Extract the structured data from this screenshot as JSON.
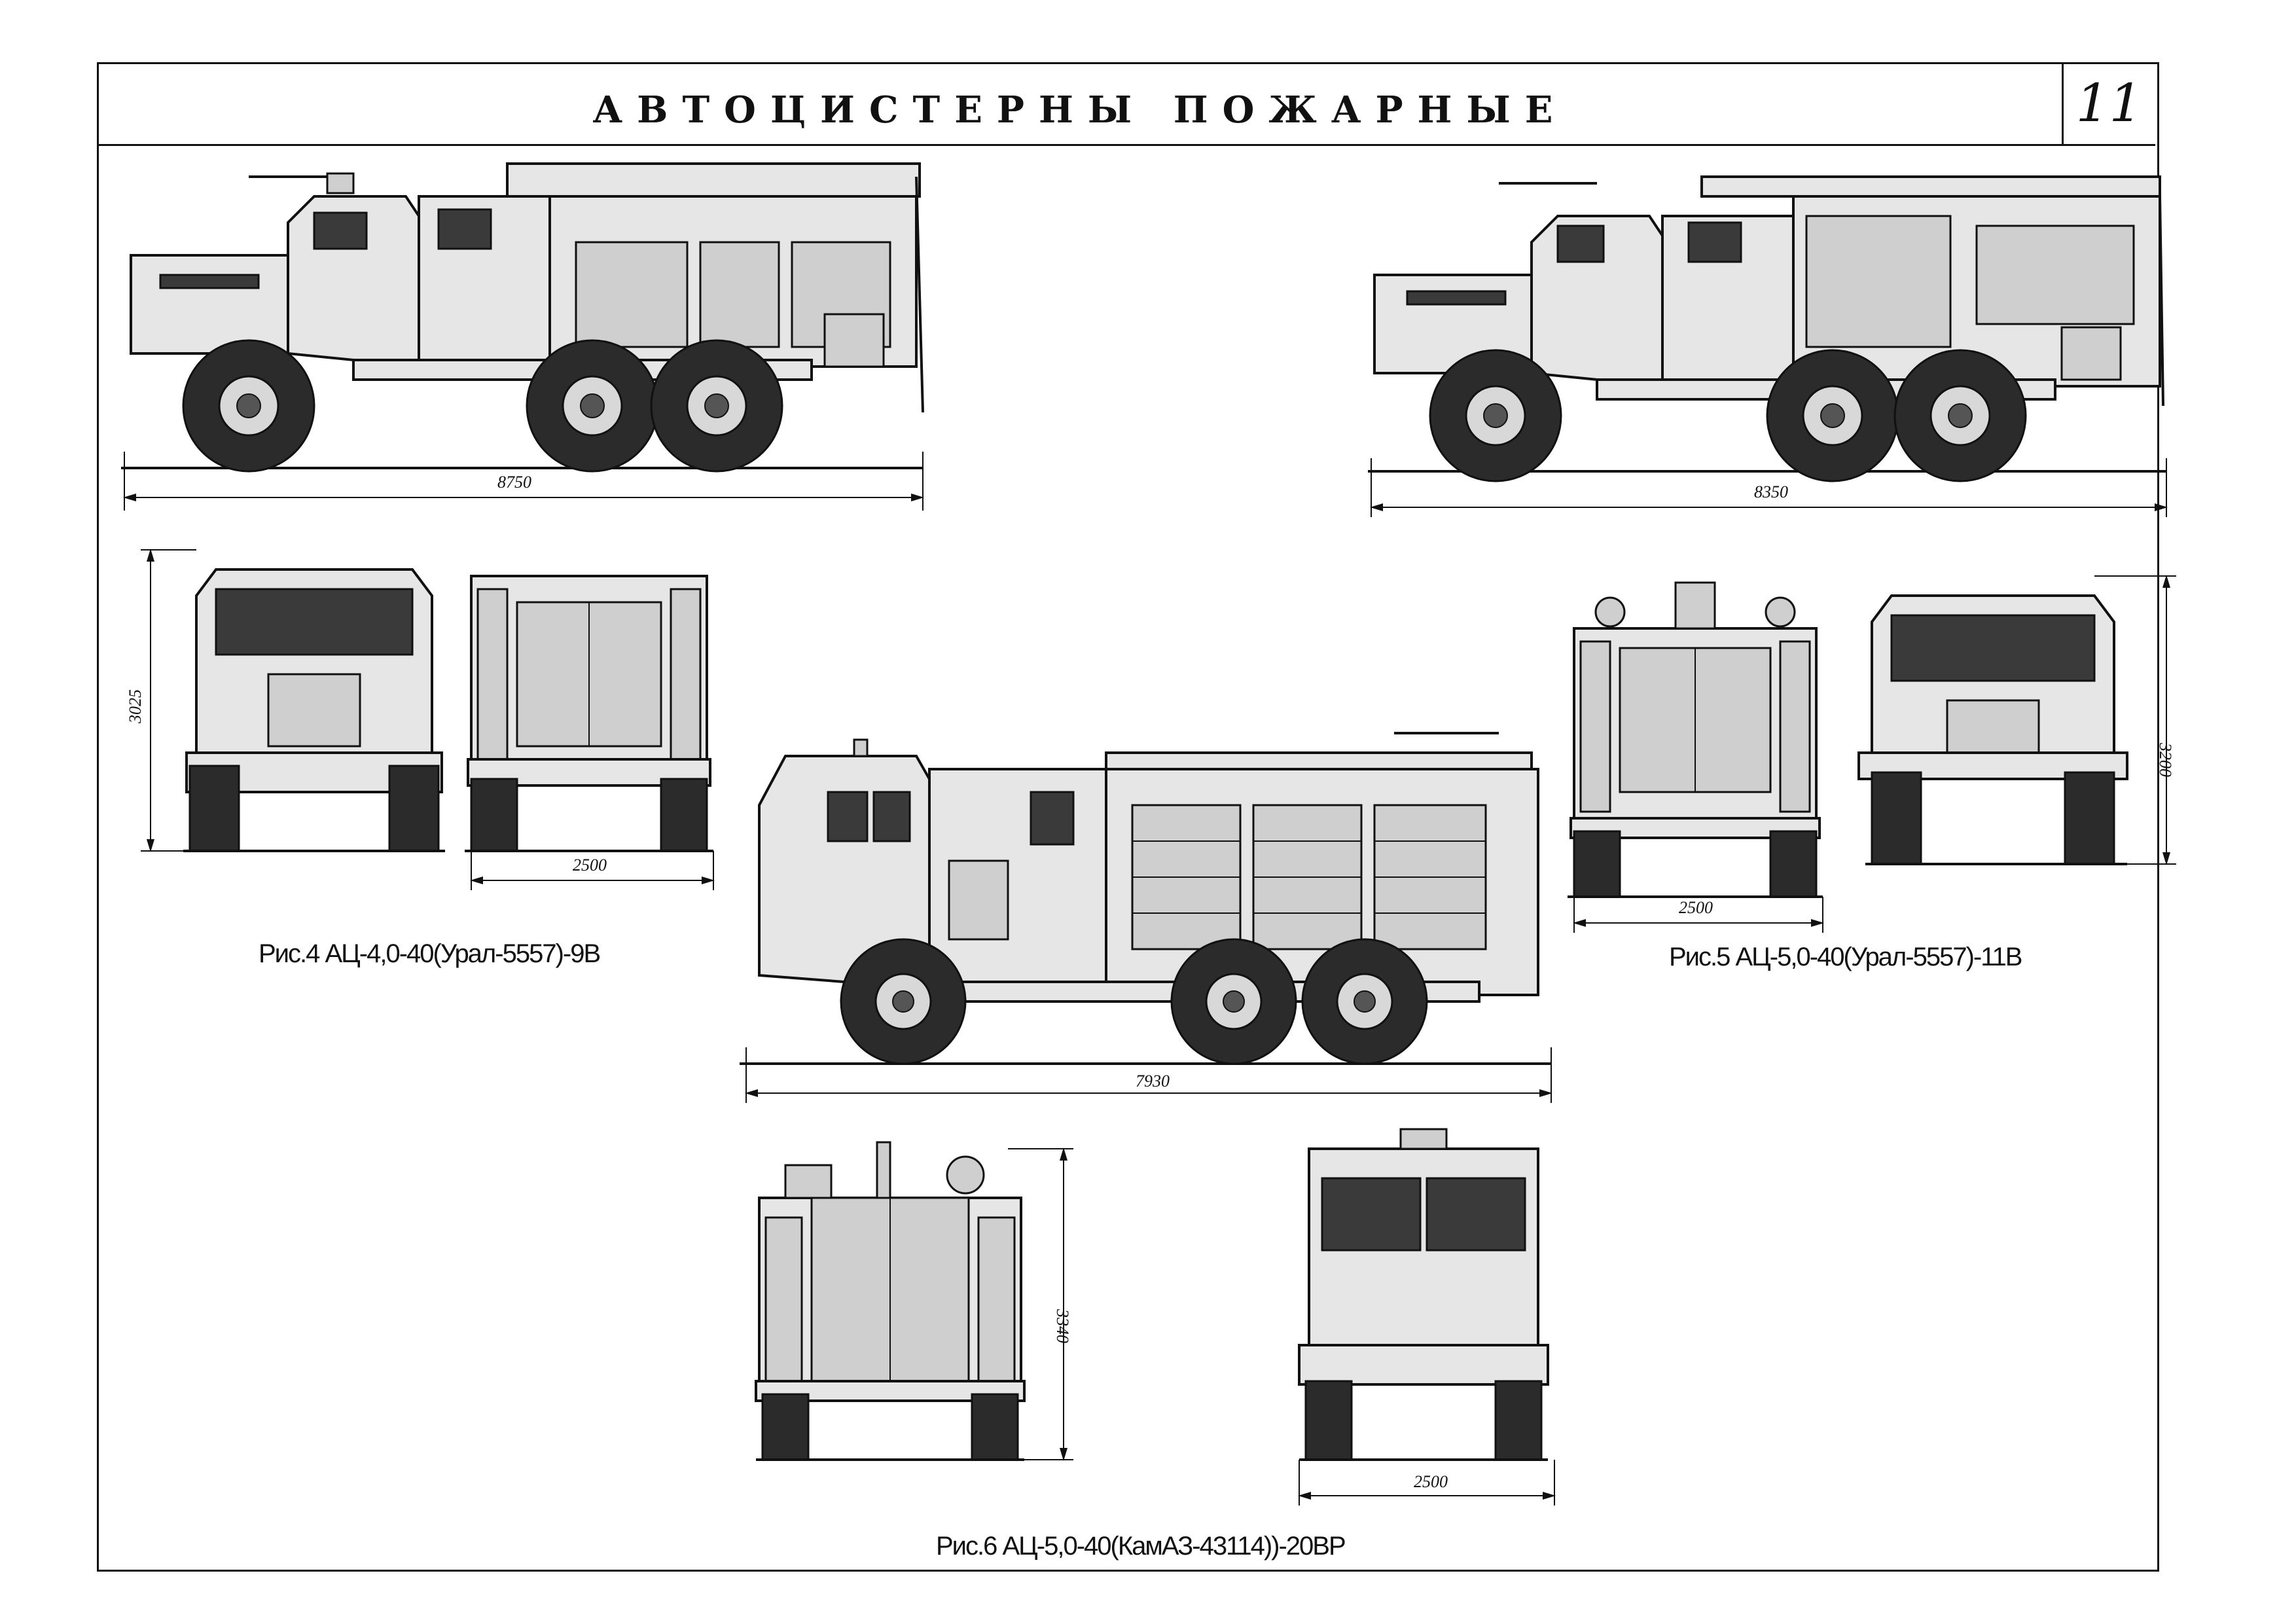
{
  "sheet": {
    "title": "АВТОЦИСТЕРНЫ ПОЖАРНЫЕ",
    "sheet_number": "11"
  },
  "figures": [
    {
      "id": "fig4",
      "caption": "Рис.4 АЦ-4,0-40(Урал-5557)-9В",
      "length": "8750",
      "height": "3025",
      "width": "2500"
    },
    {
      "id": "fig5",
      "caption": "Рис.5 АЦ-5,0-40(Урал-5557)-11В",
      "length": "8350",
      "height": "3200",
      "width": "2500"
    },
    {
      "id": "fig6",
      "caption": "Рис.6 АЦ-5,0-40(КамАЗ-43114))-20ВР",
      "length": "7930",
      "height": "3340",
      "width": "2500"
    }
  ]
}
